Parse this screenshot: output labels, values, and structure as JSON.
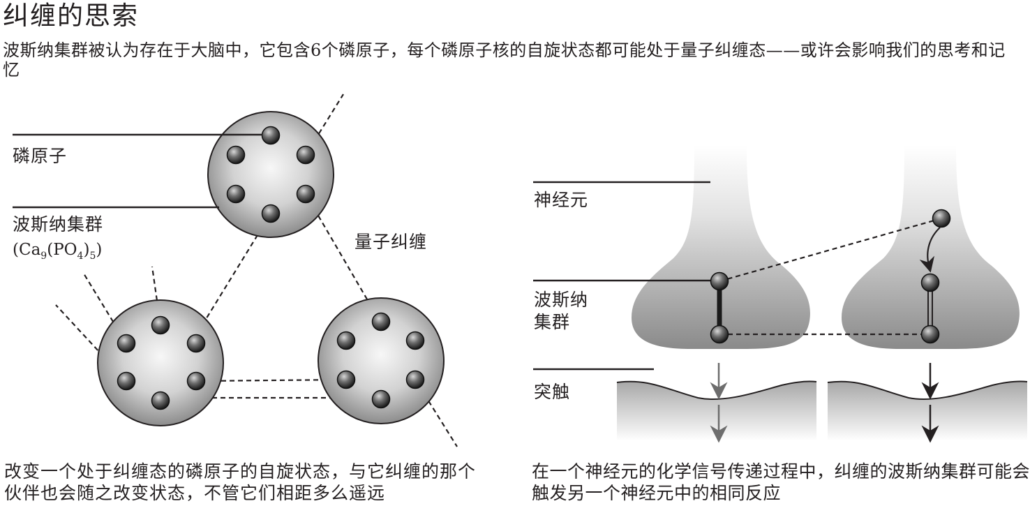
{
  "header": {
    "title": "纠缠的思索",
    "subtitle": "波斯纳集群被认为存在于大脑中，它包含6个磷原子，每个磷原子核的自旋状态都可能处于量子纠缠态——或许会影响我们的思考和记忆"
  },
  "left_diagram": {
    "label_phosphorus": "磷原子",
    "label_posner": "波斯纳集群",
    "formula": {
      "open": "(Ca",
      "sub1": "9",
      "mid": "(PO",
      "sub2": "4",
      "close": ")",
      "sub3": "5",
      "end": ")"
    },
    "label_entanglement": "量子纠缠",
    "caption": "改变一个处于纠缠态的磷原子的自旋状态，与它纠缠的那个伙伴也会随之改变状态，不管它们相距多么遥远"
  },
  "right_diagram": {
    "label_neuron": "神经元",
    "label_posner_line1": "波斯纳",
    "label_posner_line2": "集群",
    "label_synapse": "突触",
    "caption": "在一个神经元的化学信号传递过程中，纠缠的波斯纳集群可能会触发另一个神经元中的相同反应"
  },
  "colors": {
    "ink": "#231f20",
    "sphere_light": "#f4f4f4",
    "sphere_dark": "#8c8c8c",
    "atom_dark": "#1e1e1e",
    "neuron_dark": "#8a8a8a"
  }
}
